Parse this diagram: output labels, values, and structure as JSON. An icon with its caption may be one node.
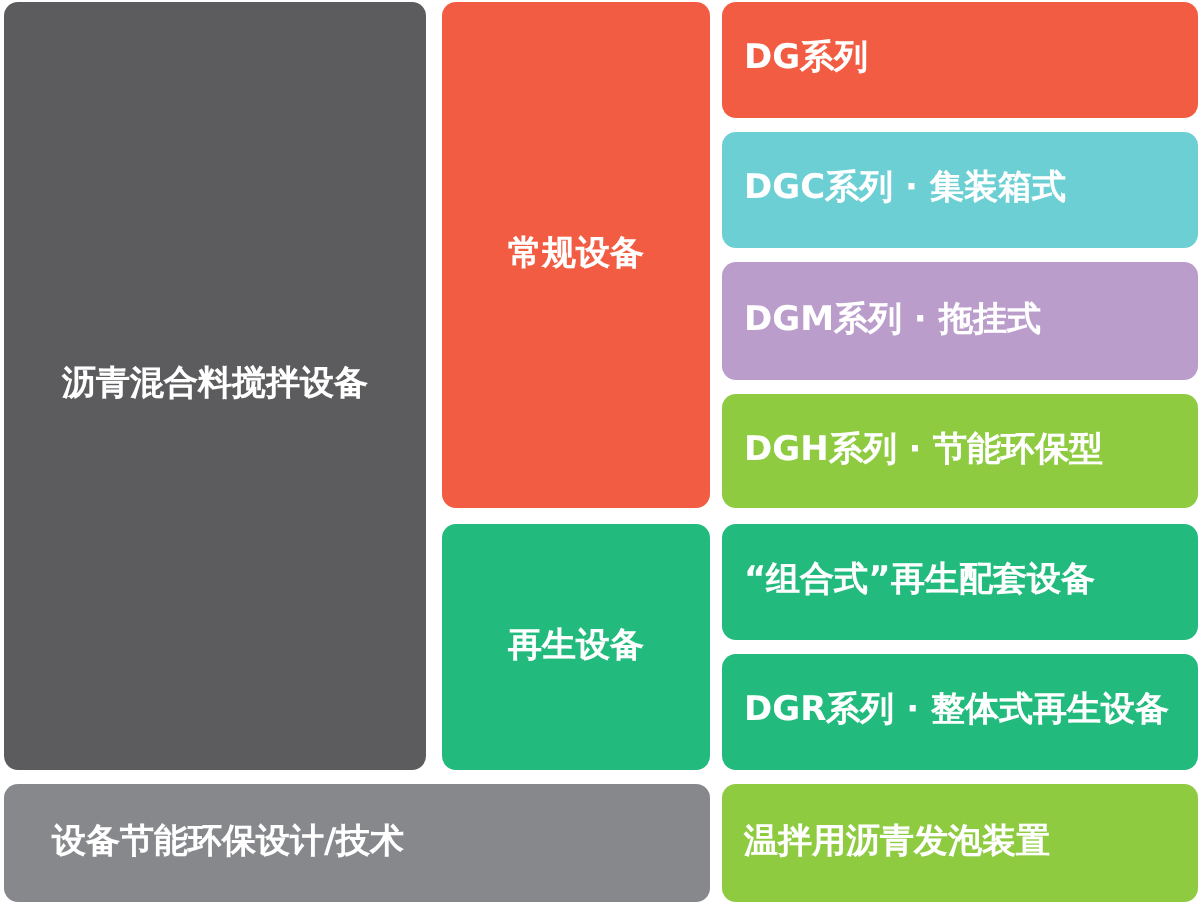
{
  "diagram": {
    "nodes": [
      {
        "text": [
          "沥青混合料搅拌设备"
        ]
      },
      {
        "text": [
          "常规设备"
        ]
      },
      {
        "text": [
          "DG系列"
        ]
      },
      {
        "text": [
          "DGC系列 · 集装箱式"
        ]
      },
      {
        "text": [
          "DGM系列 · 拖挂式"
        ]
      },
      {
        "text": [
          "DGH系列 · 节能环保型"
        ]
      },
      {
        "text": [
          "再生设备"
        ]
      },
      {
        "text": [
          "“组合式”再生配套设备"
        ]
      },
      {
        "text": [
          "DGR系列 · 整体式再生设备"
        ]
      },
      {
        "text": [
          "设备节能环保设计/技术"
        ]
      },
      {
        "text": [
          "温拌用沥青发泡装置"
        ]
      }
    ]
  }
}
